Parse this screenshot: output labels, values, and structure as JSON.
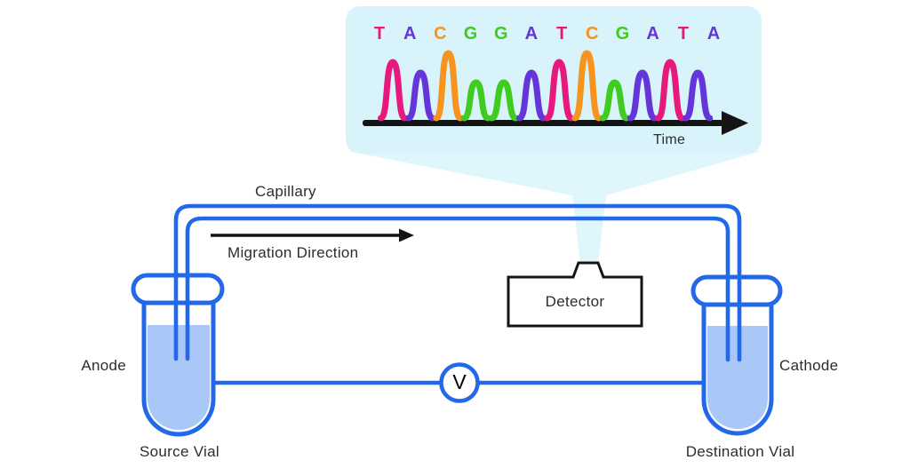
{
  "diagram": {
    "labels": {
      "capillary": "Capillary",
      "migration_direction": "Migration Direction",
      "detector": "Detector",
      "anode": "Anode",
      "cathode": "Cathode",
      "source_vial": "Source Vial",
      "destination_vial": "Destination Vial",
      "voltage": "V"
    },
    "colors": {
      "line_blue": "#2268E9",
      "liquid_blue": "#A9C7F7",
      "panel_cyan": "#D8F3FA",
      "beam_cyan": "#DFF6FC",
      "axis_black": "#141414",
      "text_dark": "#2D2D2D"
    }
  },
  "chart_data": {
    "type": "line",
    "subtype": "sequencing-electropherogram",
    "title": "",
    "xlabel": "Time",
    "ylabel": "",
    "x_ticks": [],
    "y_ticks": [],
    "grid": false,
    "legend": "none",
    "x_axis_arrow": true,
    "sequence": [
      "T",
      "A",
      "C",
      "G",
      "G",
      "A",
      "T",
      "C",
      "G",
      "A",
      "T",
      "A"
    ],
    "base_colors": {
      "T": "#E8197D",
      "A": "#6436D9",
      "C": "#F7941E",
      "G": "#3FCB1F"
    },
    "peak_intensity_by_base": {
      "T": 68,
      "A": 56,
      "C": 78,
      "G": 45
    },
    "peaks": [
      {
        "base": "T",
        "intensity": 68
      },
      {
        "base": "A",
        "intensity": 56
      },
      {
        "base": "C",
        "intensity": 78
      },
      {
        "base": "G",
        "intensity": 45
      },
      {
        "base": "G",
        "intensity": 45
      },
      {
        "base": "A",
        "intensity": 56
      },
      {
        "base": "T",
        "intensity": 68
      },
      {
        "base": "C",
        "intensity": 78
      },
      {
        "base": "G",
        "intensity": 45
      },
      {
        "base": "A",
        "intensity": 56
      },
      {
        "base": "T",
        "intensity": 68
      },
      {
        "base": "A",
        "intensity": 56
      }
    ]
  }
}
